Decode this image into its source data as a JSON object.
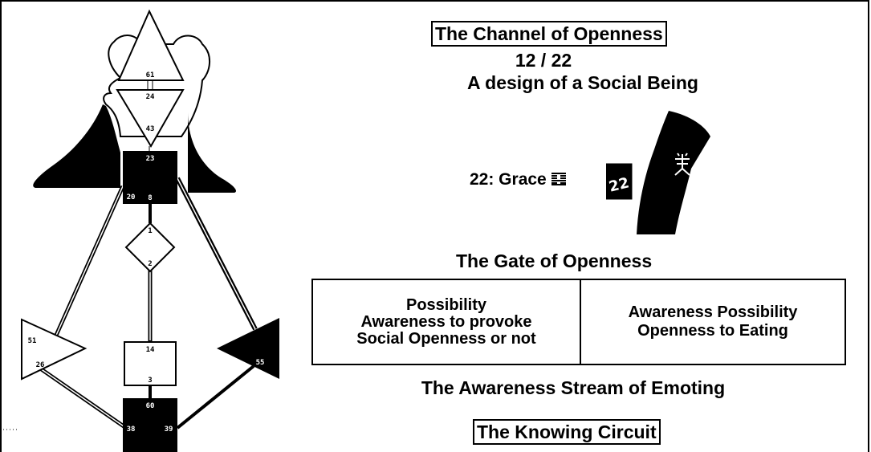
{
  "channel": {
    "title": "The Channel of Openness",
    "gates": "12 / 22",
    "design": "A design of a Social Being"
  },
  "gate": {
    "label": "22: Grace",
    "number": "22",
    "title": "The Gate of Openness",
    "hexagram_icon": "hexagram-icon"
  },
  "keynotes": {
    "left_lines": [
      "Possibility",
      "Awareness to provoke",
      "Social Openness or not"
    ],
    "right_lines": [
      "Awareness Possibility",
      "Openness to Eating"
    ]
  },
  "stream": "The Awareness Stream of Emoting",
  "circuit": "The Knowing Circuit",
  "bodygraph": {
    "gate_labels": {
      "g61": "61",
      "g24": "24",
      "g43": "43",
      "g23": "23",
      "g20": "20",
      "g8": "8",
      "g1": "1",
      "g2": "2",
      "g51": "51",
      "g26": "26",
      "g14": "14",
      "g3": "3",
      "g60": "60",
      "g38": "38",
      "g39": "39",
      "g55": "55"
    },
    "colors": {
      "defined": "#000000",
      "undefined": "#ffffff"
    }
  }
}
